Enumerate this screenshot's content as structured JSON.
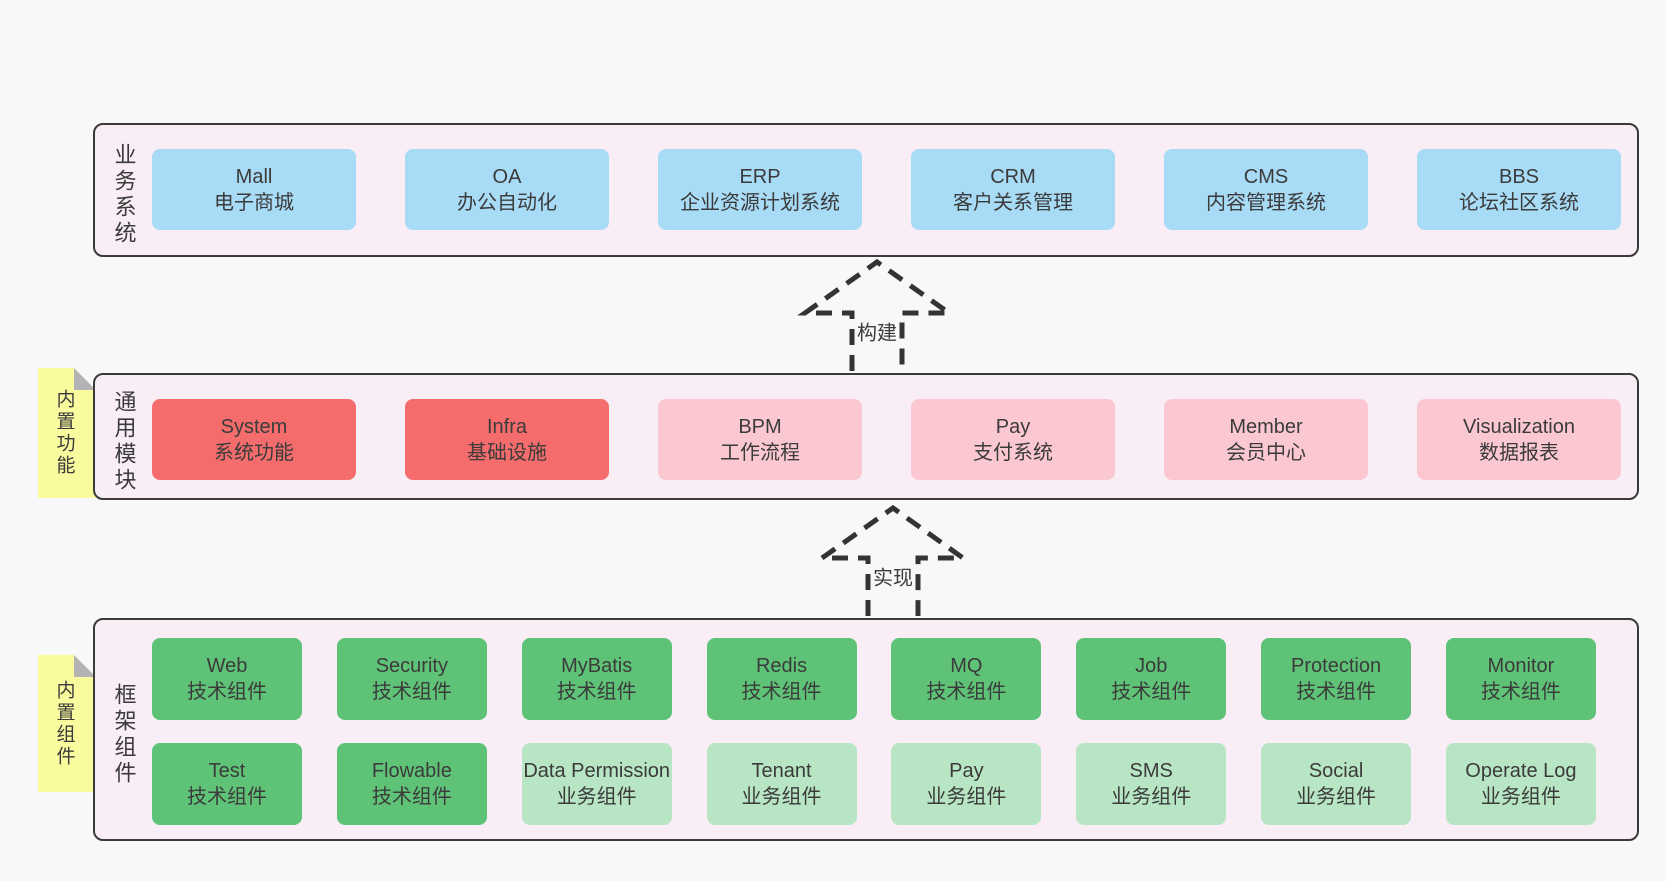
{
  "colors": {
    "page_background": "#f8f8f8",
    "section_background": "#f9edf6",
    "section_border": "#3a3a3a",
    "blue_box": "#a8dbf5",
    "red_box": "#f46c6c",
    "pink_box": "#fbc8d2",
    "green_box": "#5fc377",
    "light_green_box": "#b8e5c3",
    "note_yellow": "#fafa9e",
    "note_fold_gray": "#b3b3b3",
    "arrow_dash": "#333333",
    "text": "#3b3b3b"
  },
  "arrows": {
    "build": {
      "label": "构建"
    },
    "implement": {
      "label": "实现"
    }
  },
  "sections": [
    {
      "label": "业务系统",
      "rows": [
        [
          {
            "title": "Mall",
            "subtitle": "电子商城",
            "bg": "#a8dbf5"
          },
          {
            "title": "OA",
            "subtitle": "办公自动化",
            "bg": "#a8dbf5"
          },
          {
            "title": "ERP",
            "subtitle": "企业资源计划系统",
            "bg": "#a8dbf5"
          },
          {
            "title": "CRM",
            "subtitle": "客户关系管理",
            "bg": "#a8dbf5"
          },
          {
            "title": "CMS",
            "subtitle": "内容管理系统",
            "bg": "#a8dbf5"
          },
          {
            "title": "BBS",
            "subtitle": "论坛社区系统",
            "bg": "#a8dbf5"
          }
        ]
      ]
    },
    {
      "label": "通用模块",
      "note": "内置功能",
      "rows": [
        [
          {
            "title": "System",
            "subtitle": "系统功能",
            "bg": "#f46c6c"
          },
          {
            "title": "Infra",
            "subtitle": "基础设施",
            "bg": "#f46c6c"
          },
          {
            "title": "BPM",
            "subtitle": "工作流程",
            "bg": "#fbc8d2"
          },
          {
            "title": "Pay",
            "subtitle": "支付系统",
            "bg": "#fbc8d2"
          },
          {
            "title": "Member",
            "subtitle": "会员中心",
            "bg": "#fbc8d2"
          },
          {
            "title": "Visualization",
            "subtitle": "数据报表",
            "bg": "#fbc8d2"
          }
        ]
      ]
    },
    {
      "label": "框架组件",
      "note": "内置组件",
      "rows": [
        [
          {
            "title": "Web",
            "subtitle": "技术组件",
            "bg": "#5fc377"
          },
          {
            "title": "Security",
            "subtitle": "技术组件",
            "bg": "#5fc377"
          },
          {
            "title": "MyBatis",
            "subtitle": "技术组件",
            "bg": "#5fc377"
          },
          {
            "title": "Redis",
            "subtitle": "技术组件",
            "bg": "#5fc377"
          },
          {
            "title": "MQ",
            "subtitle": "技术组件",
            "bg": "#5fc377"
          },
          {
            "title": "Job",
            "subtitle": "技术组件",
            "bg": "#5fc377"
          },
          {
            "title": "Protection",
            "subtitle": "技术组件",
            "bg": "#5fc377"
          },
          {
            "title": "Monitor",
            "subtitle": "技术组件",
            "bg": "#5fc377"
          }
        ],
        [
          {
            "title": "Test",
            "subtitle": "技术组件",
            "bg": "#5fc377"
          },
          {
            "title": "Flowable",
            "subtitle": "技术组件",
            "bg": "#5fc377"
          },
          {
            "title": "Data Permission",
            "subtitle": "业务组件",
            "bg": "#b8e5c3"
          },
          {
            "title": "Tenant",
            "subtitle": "业务组件",
            "bg": "#b8e5c3"
          },
          {
            "title": "Pay",
            "subtitle": "业务组件",
            "bg": "#b8e5c3"
          },
          {
            "title": "SMS",
            "subtitle": "业务组件",
            "bg": "#b8e5c3"
          },
          {
            "title": "Social",
            "subtitle": "业务组件",
            "bg": "#b8e5c3"
          },
          {
            "title": "Operate Log",
            "subtitle": "业务组件",
            "bg": "#b8e5c3"
          }
        ]
      ]
    }
  ]
}
